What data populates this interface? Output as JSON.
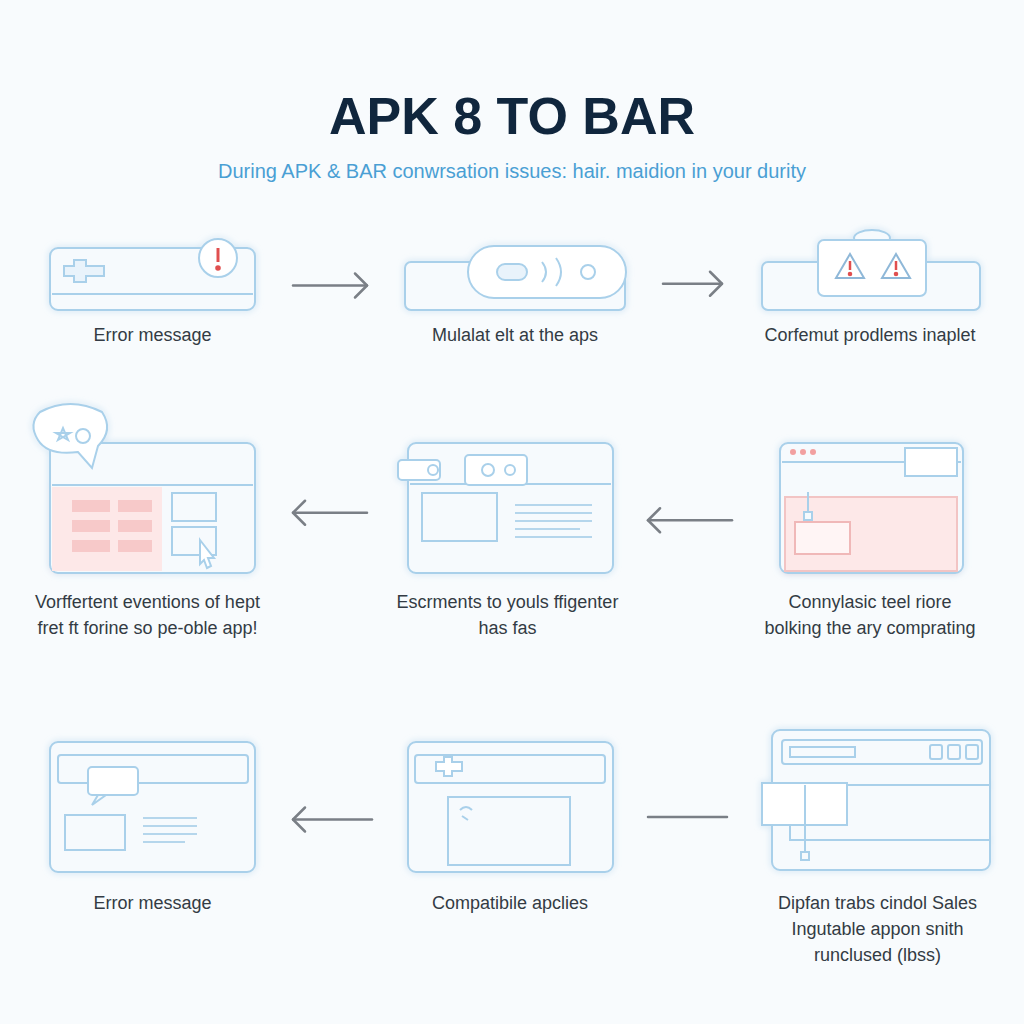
{
  "diagram": {
    "title": "APK 8 TO BAR",
    "nodes": [
      {
        "text": [
          "Error message"
        ]
      },
      {
        "text": [
          "Mulalat elt at the aps"
        ]
      },
      {
        "text": [
          "Corfemut prodlems inaplet"
        ]
      },
      {
        "text": [
          "Vorffertent eventions of hept fret ft forine so pe-oble app!"
        ]
      },
      {
        "text": [
          "Escrments to youls ffigenter has fas"
        ]
      },
      {
        "text": [
          "Connylasic teel riore bolking the ary comprating"
        ]
      },
      {
        "text": [
          "Error message"
        ]
      },
      {
        "text": [
          "Compatibile apclies"
        ]
      },
      {
        "text": [
          "Dipfan trabs cindol Sales Ingutable appon snith runclused (lbss)"
        ]
      }
    ],
    "edges": [
      {
        "from": 0,
        "to": 1,
        "arrow": "to"
      },
      {
        "from": 1,
        "to": 2,
        "arrow": "to"
      },
      {
        "from": 4,
        "to": 3,
        "arrow": "to"
      },
      {
        "from": 5,
        "to": 4,
        "arrow": "to"
      },
      {
        "from": 7,
        "to": 6,
        "arrow": "to"
      },
      {
        "from": 7,
        "to": 8,
        "arrow": "none"
      }
    ],
    "labels": [
      "During APK & BAR conwrsation issues: hair. maidion in your durity"
    ]
  }
}
